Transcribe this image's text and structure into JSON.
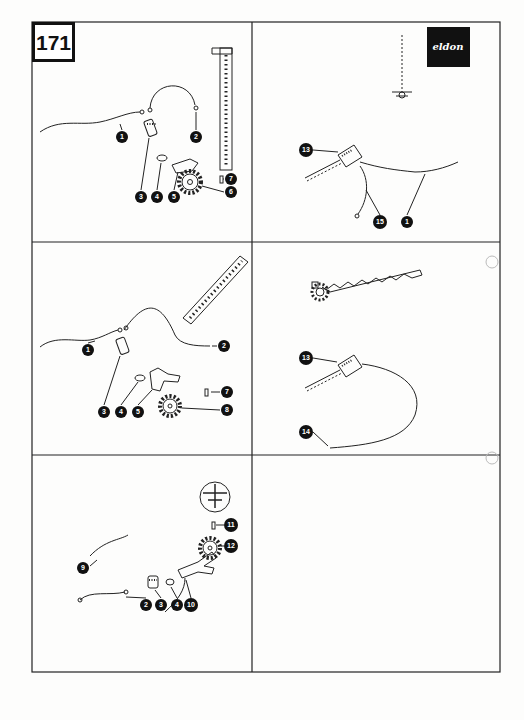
{
  "diagram": {
    "nodes": [
      {
        "text": [
          "171"
        ]
      }
    ],
    "labels": [
      "1",
      "2",
      "3",
      "4",
      "5",
      "7",
      "6",
      "13",
      "15",
      "1",
      "1",
      "2",
      "3",
      "4",
      "5",
      "7",
      "8",
      "13",
      "14",
      "11",
      "12",
      "9",
      "2",
      "3",
      "4",
      "10",
      "eldon"
    ]
  }
}
